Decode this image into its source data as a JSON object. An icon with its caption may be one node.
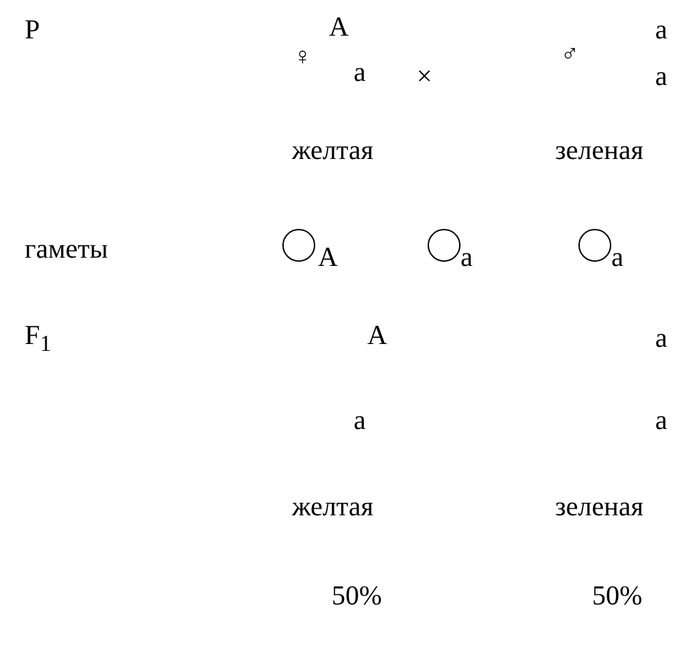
{
  "diagram": {
    "nodes": [
      {
        "text": [],
        "shape": "circle",
        "beside": [
          "A"
        ]
      },
      {
        "text": [],
        "shape": "circle",
        "beside": [
          "a"
        ]
      },
      {
        "text": [],
        "shape": "circle",
        "beside": [
          "a"
        ]
      }
    ],
    "labels": [
      "P",
      "♀",
      "A",
      "a",
      "×",
      "♂",
      "a",
      "a",
      "желтая",
      "зеленая",
      "гаметы",
      "F$_{1}$",
      "A",
      "a",
      "a",
      "a",
      "желтая",
      "зеленая",
      "50%",
      "50%"
    ]
  }
}
